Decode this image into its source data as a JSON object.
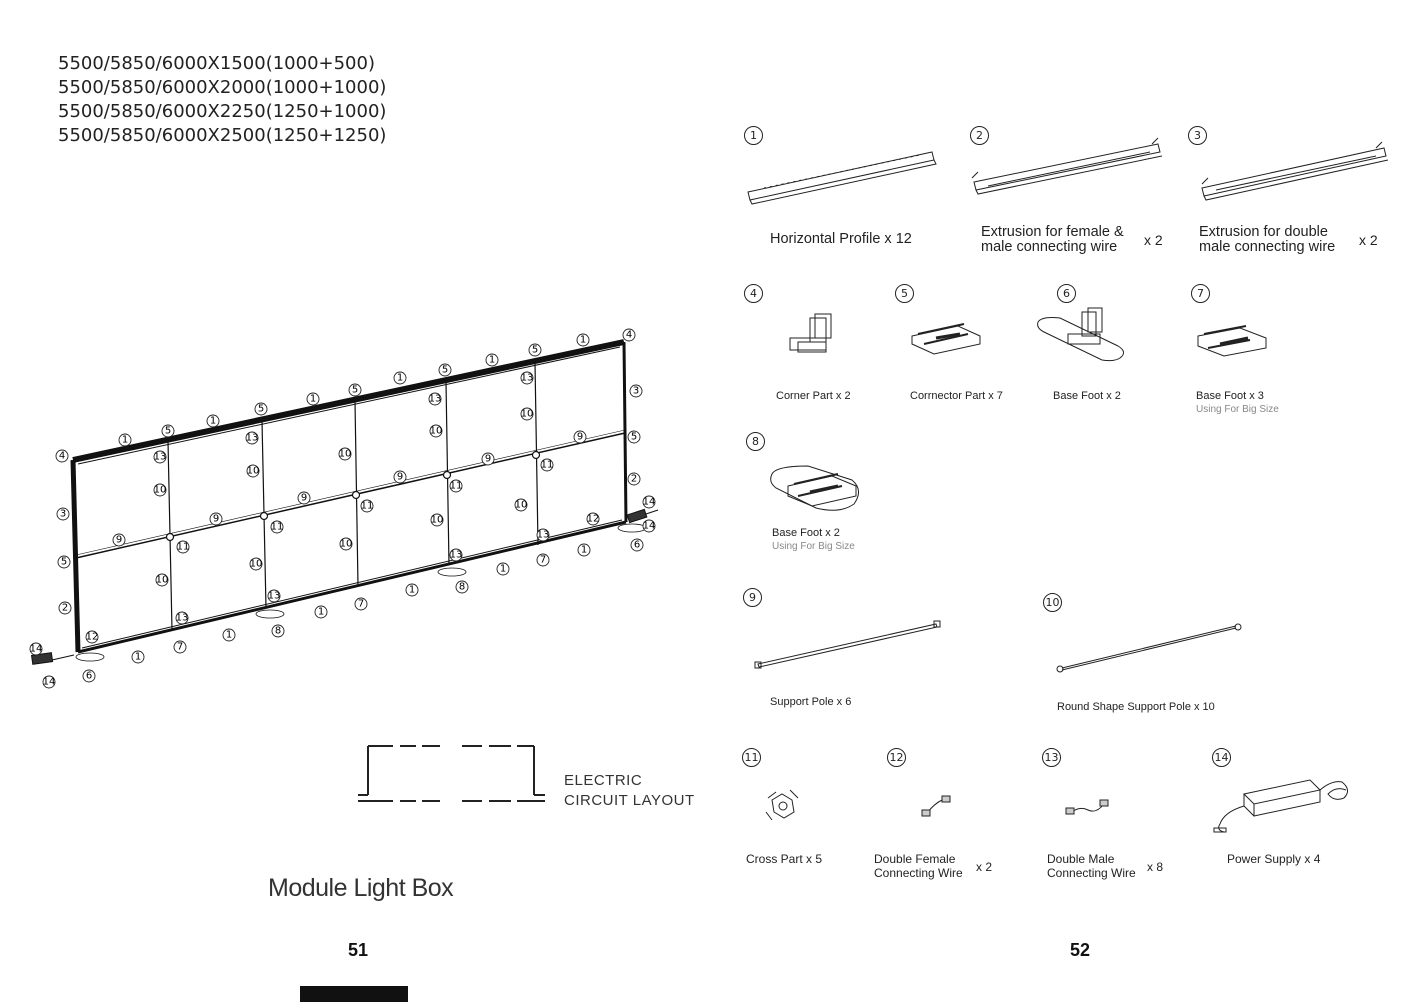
{
  "dimensions": [
    "5500/5850/6000X1500(1000+500)",
    "5500/5850/6000X2000(1000+1000)",
    "5500/5850/6000X2250(1250+1000)",
    "5500/5850/6000X2500(1250+1250)"
  ],
  "diagram_numbers": [
    "1",
    "2",
    "3",
    "4",
    "5",
    "6",
    "7",
    "8",
    "9",
    "10",
    "11",
    "12",
    "13",
    "14"
  ],
  "circuit": {
    "line1": "ELECTRIC",
    "line2": "CIRCUIT LAYOUT"
  },
  "title": "Module Light Box",
  "page_left": "51",
  "page_right": "52",
  "parts": [
    {
      "n": "1",
      "label": "Horizontal Profile x 12"
    },
    {
      "n": "2",
      "label_l1": "Extrusion for female &",
      "label_l2": "male connecting wire",
      "qty": "x 2"
    },
    {
      "n": "3",
      "label_l1": "Extrusion for double",
      "label_l2": "male connecting wire",
      "qty": "x 2"
    },
    {
      "n": "4",
      "label": "Corner Part x 2"
    },
    {
      "n": "5",
      "label": "Corrnector Part x 7"
    },
    {
      "n": "6",
      "label": "Base Foot x 2"
    },
    {
      "n": "7",
      "label": "Base Foot x 3",
      "sub": "Using For Big Size"
    },
    {
      "n": "8",
      "label": "Base Foot x 2",
      "sub": "Using For Big Size"
    },
    {
      "n": "9",
      "label": "Support Pole x 6"
    },
    {
      "n": "10",
      "label": "Round Shape Support Pole x 10"
    },
    {
      "n": "11",
      "label": "Cross Part x 5"
    },
    {
      "n": "12",
      "label_l1": "Double Female",
      "label_l2": "Connecting Wire",
      "qty": "x 2"
    },
    {
      "n": "13",
      "label_l1": "Double Male",
      "label_l2": "Connecting Wire",
      "qty": "x 8"
    },
    {
      "n": "14",
      "label": "Power Supply x 4"
    }
  ]
}
